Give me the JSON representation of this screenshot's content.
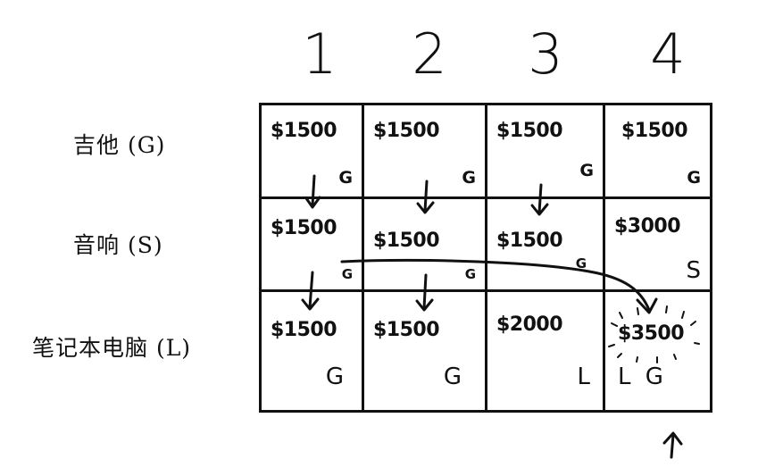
{
  "columns": [
    "1",
    "2",
    "3",
    "4"
  ],
  "rows": [
    {
      "label": "吉他 (G)",
      "cells": [
        {
          "price": "$1500",
          "items": "G"
        },
        {
          "price": "$1500",
          "items": "G"
        },
        {
          "price": "$1500",
          "items": "G"
        },
        {
          "price": "$1500",
          "items": "G"
        }
      ]
    },
    {
      "label": "音响 (S)",
      "cells": [
        {
          "price": "$1500",
          "items": "G"
        },
        {
          "price": "$1500",
          "items": "G"
        },
        {
          "price": "$1500",
          "items": "G"
        },
        {
          "price": "$3000",
          "items": "S"
        }
      ]
    },
    {
      "label": "笔记本电脑 (L)",
      "cells": [
        {
          "price": "$1500",
          "items": "G"
        },
        {
          "price": "$1500",
          "items": "G"
        },
        {
          "price": "$2000",
          "items": "L"
        },
        {
          "price": "$3500",
          "items": "L G"
        }
      ]
    }
  ]
}
